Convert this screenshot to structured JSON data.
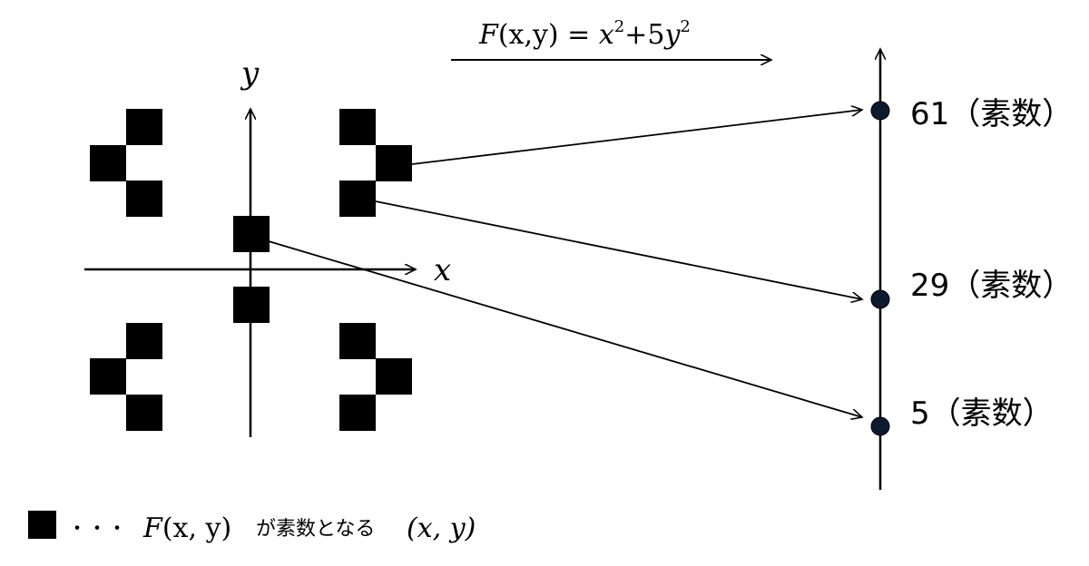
{
  "formula": {
    "F": "F",
    "args": "(x,y)",
    "eq": " = ",
    "x": "x",
    "xexp": "2",
    "plus": "+5",
    "y": "y",
    "yexp": "2"
  },
  "axes": {
    "x_label": "x",
    "y_label": "y"
  },
  "number_line": {
    "points": [
      {
        "value": "61",
        "note": "（素数）"
      },
      {
        "value": "29",
        "note": "（素数）"
      },
      {
        "value": "5",
        "note": "（素数）"
      }
    ]
  },
  "legend": {
    "dots": "・・・",
    "fname": "F",
    "fargs": "(x, y)",
    "text": " が素数となる",
    "pair": "(x, y)"
  }
}
